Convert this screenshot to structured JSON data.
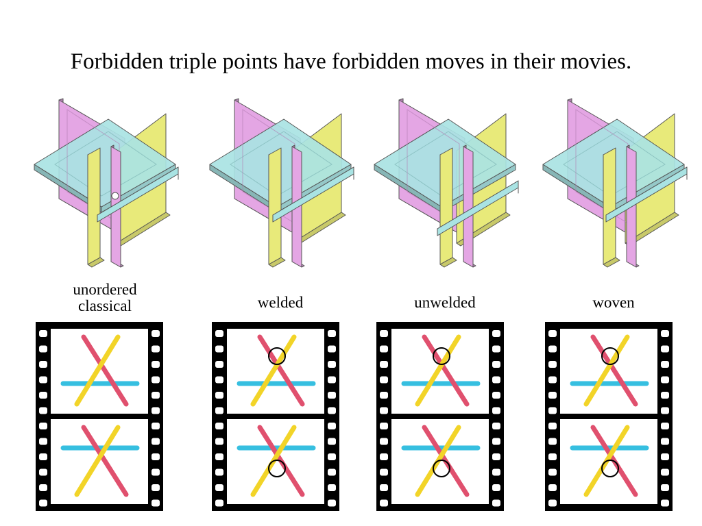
{
  "title": "Forbidden triple points have forbidden moves in their movies.",
  "colors": {
    "magenta": "#e4a6e4",
    "yellow": "#e8ea7a",
    "cyan": "#a9e3e3",
    "film_red": "#e0506e",
    "film_yellow": "#f2d428",
    "film_cyan": "#36bfe0",
    "film_black": "#000000"
  },
  "panels": [
    {
      "label_lines": [
        "unordered",
        "classical"
      ],
      "crossing_marker": false
    },
    {
      "label_lines": [
        "welded"
      ],
      "crossing_marker": true
    },
    {
      "label_lines": [
        "unwelded"
      ],
      "crossing_marker": true
    },
    {
      "label_lines": [
        "woven"
      ],
      "crossing_marker": true
    }
  ]
}
